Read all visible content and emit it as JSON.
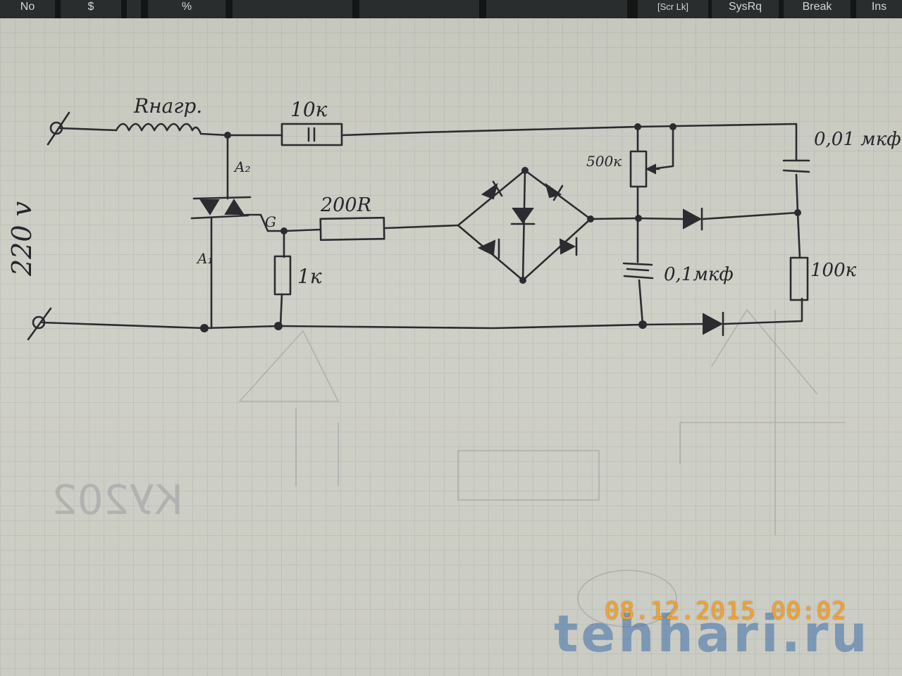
{
  "keyboard": {
    "keys": [
      {
        "label": "No"
      },
      {
        "label": "$"
      },
      {
        "label": ""
      },
      {
        "label": "%"
      },
      {
        "label": ""
      },
      {
        "label": ""
      },
      {
        "label": ""
      },
      {
        "label": "[Scr Lk]"
      },
      {
        "label": "SysRq"
      },
      {
        "label": "Break"
      },
      {
        "label": "Ins"
      }
    ]
  },
  "schematic": {
    "supply_label": "220 v",
    "load_label": "Rнагр.",
    "r_10k": "10к",
    "r_200": "200R",
    "r_1k": "1к",
    "r_100k": "100к",
    "pot_500k": "500к",
    "c_001": "0,01 мкф",
    "c_01": "0,1мкф",
    "triac_a2": "A₂",
    "triac_a1": "A₁",
    "triac_gate": "G"
  },
  "faint_text": "КУ202",
  "timestamp": "08.12.2015 00:02",
  "watermark": "tehhari.ru",
  "colors": {
    "ink": "#2b2b30",
    "paper": "#cbccc3",
    "stamp": "#f3a22a",
    "watermark": "#3c6eaa"
  }
}
